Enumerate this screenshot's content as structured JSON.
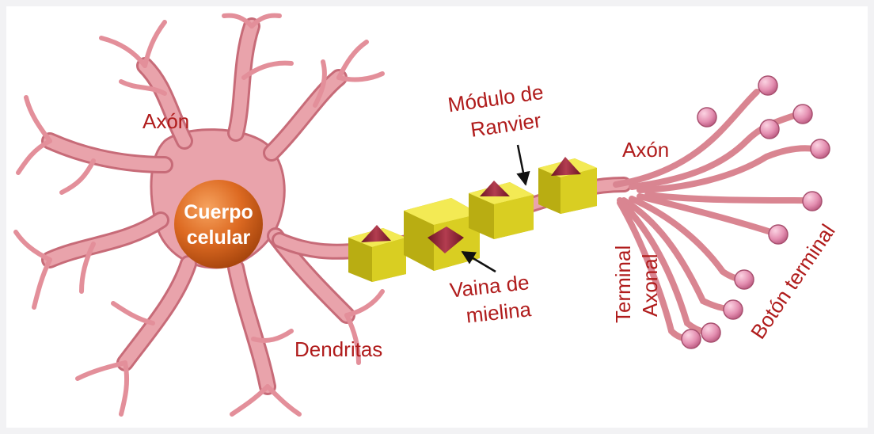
{
  "diagram": {
    "labels": {
      "axon_left": "Axón",
      "cell_body_line1": "Cuerpo",
      "cell_body_line2": "celular",
      "dendrites": "Dendritas",
      "node_line1": "Módulo de",
      "node_line2": "Ranvier",
      "myelin_line1": "Vaina de",
      "myelin_line2": "mielina",
      "axon_right": "Axón",
      "terminal_line1": "Terminal",
      "terminal_line2": "Axonal",
      "bouton": "Botón terminal"
    },
    "colors": {
      "neuron_fill": "#e9a3ab",
      "neuron_stroke": "#c76b78",
      "cell_body": "#d8641e",
      "myelin": "#e8dc2c",
      "bouton": "#e28fb0",
      "label": "#b01c1c",
      "arrow": "#111111"
    }
  }
}
